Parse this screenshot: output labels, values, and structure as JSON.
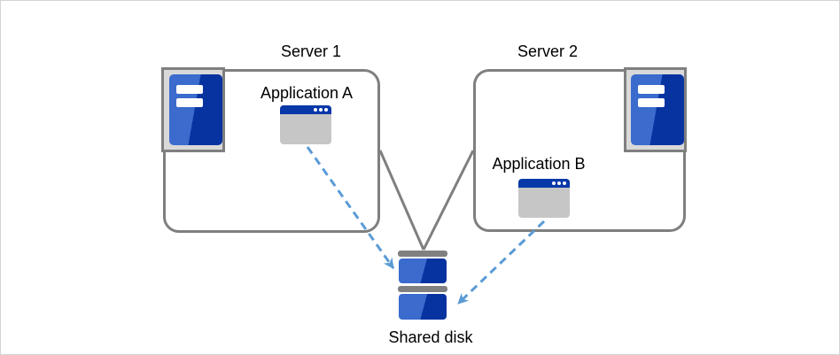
{
  "nodes": {
    "server1": {
      "label": "Server 1",
      "icon": "server-tower-icon"
    },
    "server2": {
      "label": "Server 2",
      "icon": "server-tower-icon"
    },
    "app_a": {
      "label": "Application A",
      "icon": "app-window-icon"
    },
    "app_b": {
      "label": "Application B",
      "icon": "app-window-icon"
    },
    "shared_disk": {
      "label": "Shared disk",
      "icon": "disk-stack-icon"
    }
  },
  "connections": [
    {
      "from": "server1",
      "to": "shared_disk",
      "style": "solid-line"
    },
    {
      "from": "server2",
      "to": "shared_disk",
      "style": "solid-line"
    },
    {
      "from": "app_a",
      "to": "shared_disk",
      "style": "dashed-arrow"
    },
    {
      "from": "app_b",
      "to": "shared_disk",
      "style": "dashed-arrow"
    }
  ],
  "colors": {
    "canvas_border": "#d3d3d3",
    "box_border": "#7f7f7f",
    "icon_frame_fill": "#d9d9d9",
    "blue_light": "#3a6bcd",
    "blue_dark": "#0733a1",
    "titlebar_blue": "#0838a8",
    "app_body": "#c6c6c6",
    "disk_cap_gray": "#808080",
    "arrow_blue": "#5b9bd5",
    "text": "#000000"
  }
}
